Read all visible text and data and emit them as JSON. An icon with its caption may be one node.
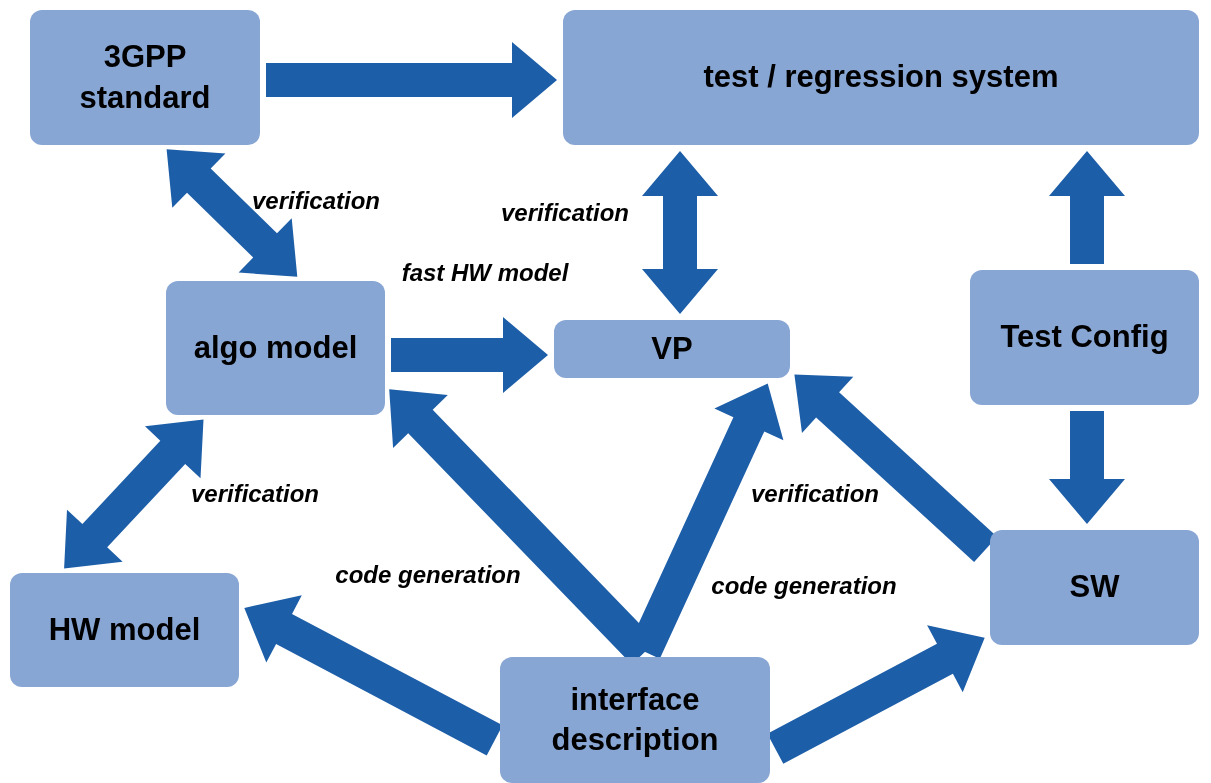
{
  "diagram": {
    "nodes": [
      {
        "text": [
          "3GPP standard"
        ]
      },
      {
        "text": [
          "test / regression system"
        ]
      },
      {
        "text": [
          "algo model"
        ]
      },
      {
        "text": [
          "VP"
        ]
      },
      {
        "text": [
          "Test Config"
        ]
      },
      {
        "text": [
          "HW model"
        ]
      },
      {
        "text": [
          "SW"
        ]
      },
      {
        "text": [
          "interface description"
        ]
      }
    ],
    "edges": [
      {
        "from": 0,
        "to": 1,
        "arrow": "to"
      },
      {
        "from": 0,
        "to": 2,
        "arrow": "both",
        "label": "verification"
      },
      {
        "from": 1,
        "to": 3,
        "arrow": "both",
        "label": "verification"
      },
      {
        "from": 2,
        "to": 3,
        "arrow": "to",
        "label": "fast HW model"
      },
      {
        "from": 4,
        "to": 1,
        "arrow": "to"
      },
      {
        "from": 4,
        "to": 6,
        "arrow": "to"
      },
      {
        "from": 2,
        "to": 5,
        "arrow": "both",
        "label": "verification"
      },
      {
        "from": 7,
        "to": 2,
        "arrow": "to",
        "label": "code generation"
      },
      {
        "from": 7,
        "to": 3,
        "arrow": "to",
        "label": "code generation"
      },
      {
        "from": 6,
        "to": 3,
        "arrow": "to",
        "label": "verification"
      },
      {
        "from": 7,
        "to": 5,
        "arrow": "to"
      },
      {
        "from": 7,
        "to": 6,
        "arrow": "to"
      }
    ]
  }
}
